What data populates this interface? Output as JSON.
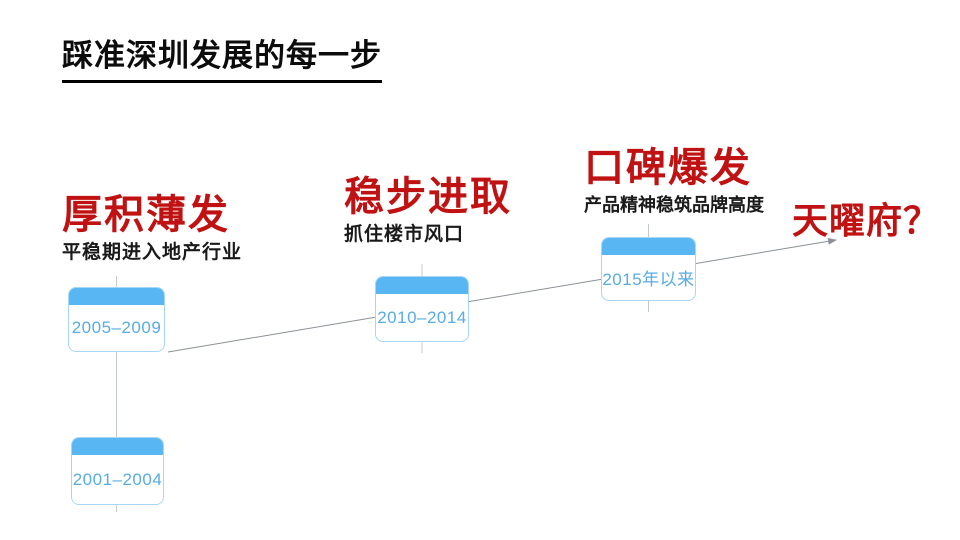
{
  "slide": {
    "title": "踩准深圳发展的每一步"
  },
  "stages": [
    {
      "heading": "厚积薄发",
      "subtitle": "平稳期进入地产行业"
    },
    {
      "heading": "稳步进取",
      "subtitle": "抓住楼市风口"
    },
    {
      "heading": "口碑爆发",
      "subtitle": "产品精神稳筑品牌高度"
    },
    {
      "heading": "天曜府？"
    }
  ],
  "periods": [
    {
      "label": "2001–2004"
    },
    {
      "label": "2005–2009"
    },
    {
      "label": "2010–2014"
    },
    {
      "label": "2015年以来"
    }
  ],
  "colors": {
    "heading_red": "#c01212",
    "box_header_blue": "#58b7f3",
    "box_border_blue": "#a9d6f5",
    "box_text_blue": "#57ace4",
    "connector_gray": "#8a9097",
    "stub_gray": "#c5cad0",
    "title_black": "#0c0c0c"
  }
}
